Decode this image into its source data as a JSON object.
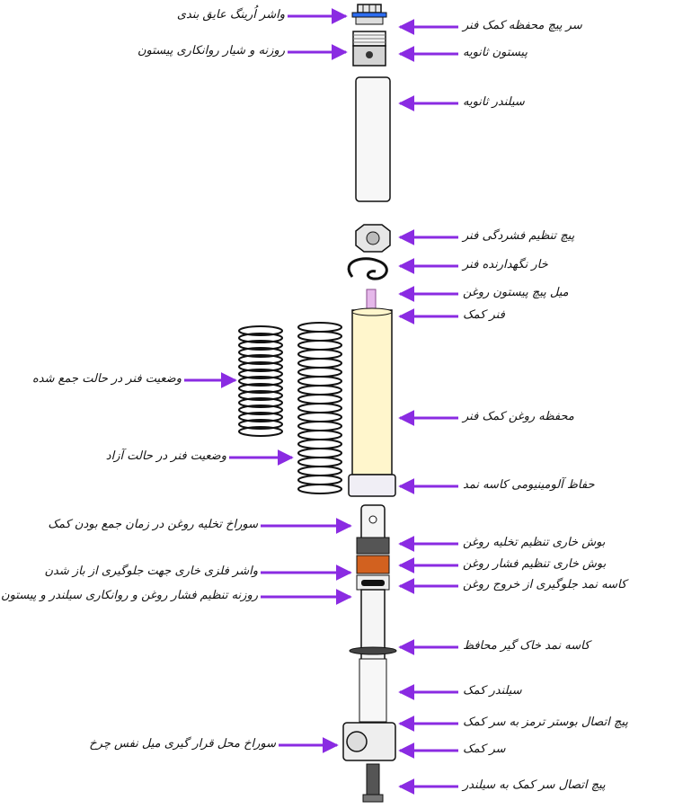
{
  "colors": {
    "arrow": "#8a2be2",
    "outline": "#111111",
    "oil": "#fff6cc",
    "orange": "#d2611f",
    "blue": "#2c6cf0"
  },
  "labels_right": [
    "سر پیچ محفظه کمک فنر",
    "پیستون ثانویه",
    "سیلندر ثانویه",
    "پیچ تنظیم فشردگی فنر",
    "خار نگهدارنده فنر",
    "میل پیچ پیستون روغن",
    "فنر کمک",
    "محفظه روغن کمک فنر",
    "حفاظ آلومینیومی کاسه نمد",
    "بوش خاری تنظیم تخلیه روغن",
    "بوش خاری تنظیم فشار روغن",
    "کاسه نمد جلوگیری از خروج روغن",
    "کاسه نمد خاک گیر محافظ",
    "سیلندر کمک",
    "پیچ اتصال بوستر ترمز به سر کمک",
    "سر کمک",
    "پیچ اتصال سر کمک به سیلندر"
  ],
  "labels_left": [
    "واشر اُرینگ عایق بندی",
    "روزنه و شیار روانکاری پیستون",
    "وضعیت فنر در حالت جمع شده",
    "وضعیت فنر در حالت آزاد",
    "سوراخ تخلیه روغن در زمان جمع بودن کمک",
    "واشر فلزی خاری جهت جلوگیری از باز شدن",
    "روزنه تنظیم فشار روغن و روانکاری سیلندر و پیستون",
    "سوراخ محل قرار گیری میل نفس چرخ"
  ]
}
